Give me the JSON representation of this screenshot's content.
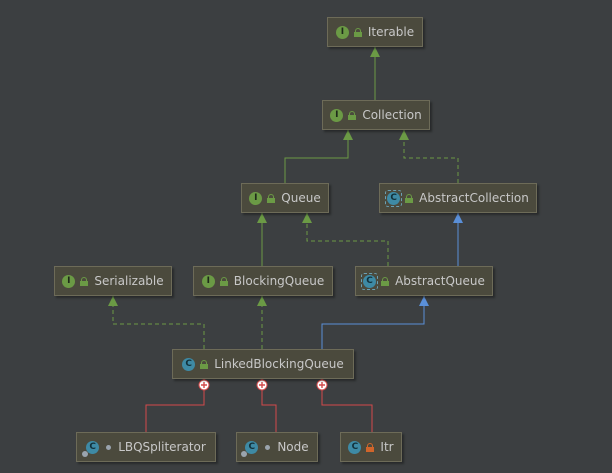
{
  "nodes": [
    {
      "id": "iterable",
      "label": "Iterable",
      "kind": "I",
      "visibility": "public"
    },
    {
      "id": "collection",
      "label": "Collection",
      "kind": "I",
      "visibility": "public"
    },
    {
      "id": "queue",
      "label": "Queue",
      "kind": "I",
      "visibility": "public"
    },
    {
      "id": "abstract_collection",
      "label": "AbstractCollection",
      "kind": "C",
      "abstract": true,
      "visibility": "public"
    },
    {
      "id": "serializable",
      "label": "Serializable",
      "kind": "I",
      "visibility": "public"
    },
    {
      "id": "blocking_queue",
      "label": "BlockingQueue",
      "kind": "I",
      "visibility": "public"
    },
    {
      "id": "abstract_queue",
      "label": "AbstractQueue",
      "kind": "C",
      "abstract": true,
      "visibility": "public"
    },
    {
      "id": "linked_blocking_queue",
      "label": "LinkedBlockingQueue",
      "kind": "C",
      "visibility": "public"
    },
    {
      "id": "lbq_spliterator",
      "label": "LBQSpliterator",
      "kind": "C",
      "inner": true,
      "visibility": "package"
    },
    {
      "id": "node",
      "label": "Node",
      "kind": "C",
      "inner": true,
      "visibility": "package"
    },
    {
      "id": "itr",
      "label": "Itr",
      "kind": "C",
      "visibility": "private"
    }
  ],
  "edges": [
    {
      "from": "collection",
      "to": "iterable",
      "type": "extends"
    },
    {
      "from": "queue",
      "to": "collection",
      "type": "extends"
    },
    {
      "from": "abstract_collection",
      "to": "collection",
      "type": "implements"
    },
    {
      "from": "blocking_queue",
      "to": "queue",
      "type": "extends"
    },
    {
      "from": "abstract_queue",
      "to": "queue",
      "type": "implements"
    },
    {
      "from": "abstract_queue",
      "to": "abstract_collection",
      "type": "extends-class"
    },
    {
      "from": "linked_blocking_queue",
      "to": "serializable",
      "type": "implements"
    },
    {
      "from": "linked_blocking_queue",
      "to": "blocking_queue",
      "type": "implements"
    },
    {
      "from": "linked_blocking_queue",
      "to": "abstract_queue",
      "type": "extends-class"
    },
    {
      "from": "lbq_spliterator",
      "to": "linked_blocking_queue",
      "type": "inner"
    },
    {
      "from": "node",
      "to": "linked_blocking_queue",
      "type": "inner"
    },
    {
      "from": "itr",
      "to": "linked_blocking_queue",
      "type": "inner"
    }
  ],
  "colors": {
    "background": "#3c3f41",
    "node_fill": "#4b4a3d",
    "node_border": "#6d6b58",
    "text": "#c8c8c8",
    "interface_badge": "#6b9a45",
    "class_badge": "#3e8aa5",
    "extends_edge": "#6b9a45",
    "implements_edge": "#6b9a45",
    "extends_class_edge": "#5a8fd8",
    "inner_edge": "#d34a4a"
  }
}
